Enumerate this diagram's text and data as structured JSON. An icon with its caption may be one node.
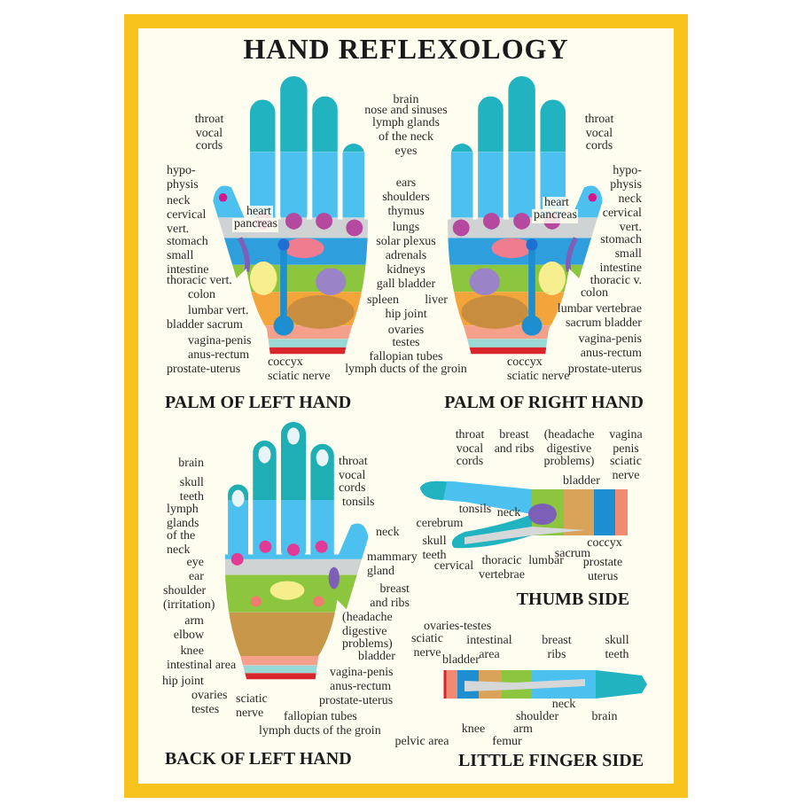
{
  "diagram": {
    "title": "HAND REFLEXOLOGY",
    "labels": [
      "throat vocal cords",
      "hypo-physis",
      "neck",
      "cervical vert.",
      "stomach",
      "small intestine",
      "thoracic vert.",
      "colon",
      "lumbar vert.",
      "bladder sacrum",
      "vagina-penis",
      "anus-rectum",
      "prostate-uterus",
      "heart",
      "pancreas",
      "coccyx",
      "sciatic nerve",
      "brain",
      "nose and sinuses",
      "lymph glands of the neck",
      "eyes",
      "ears",
      "shoulders",
      "thymus",
      "lungs",
      "solar plexus",
      "adrenals",
      "kidneys",
      "gall bladder",
      "spleen",
      "liver",
      "hip joint",
      "ovaries",
      "testes",
      "fallopian tubes",
      "lymph ducts of the groin",
      "throat vocal cords",
      "hypo-physis",
      "neck",
      "cervical vert.",
      "stomach",
      "small intestine",
      "thoracic v.",
      "colon",
      "lumbar vertebrae",
      "sacrum bladder",
      "vagina-penis",
      "anus-rectum",
      "prostate-uterus",
      "heart",
      "pancreas",
      "coccyx",
      "sciatic nerve",
      "PALM OF LEFT HAND",
      "PALM OF RIGHT HAND",
      "brain",
      "skull teeth",
      "lymph glands of the neck",
      "eye",
      "ear",
      "shoulder (irritation)",
      "arm",
      "elbow",
      "knee",
      "intestinal area",
      "hip joint",
      "ovaries testes",
      "sciatic nerve",
      "fallopian tubes",
      "lymph ducts of the groin",
      "throat vocal cords",
      "tonsils",
      "neck",
      "mammary gland",
      "breast and ribs",
      "(headache digestive problems)",
      "bladder",
      "vagina-penis",
      "anus-rectum",
      "prostate-uterus",
      "BACK OF LEFT HAND",
      "throat vocal cords",
      "breast and ribs",
      "(headache digestive problems)",
      "vagina penis sciatic nerve",
      "bladder",
      "tonsils",
      "neck",
      "cerebrum",
      "skull teeth",
      "cervical",
      "thoracic vertebrae",
      "lumbar",
      "sacrum",
      "coccyx",
      "prostate uterus",
      "THUMB SIDE",
      "ovaries-testes",
      "sciatic nerve",
      "intestinal area",
      "breast ribs",
      "skull teeth",
      "bladder",
      "neck",
      "shoulder",
      "brain",
      "knee",
      "arm",
      "pelvic area",
      "femur",
      "LITTLE FINGER SIDE"
    ]
  }
}
